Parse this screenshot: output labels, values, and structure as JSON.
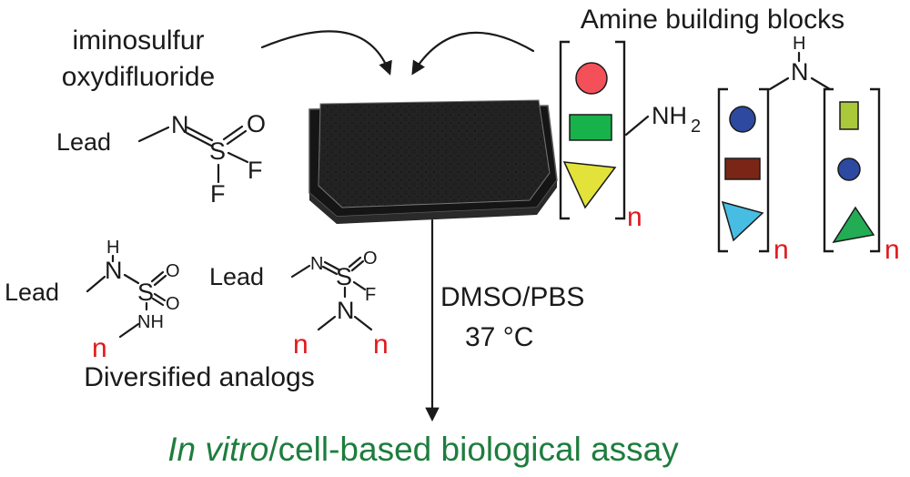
{
  "colors": {
    "red": "#f4505a",
    "green": "#18b24b",
    "yellow": "#e2e23a",
    "blue": "#2d4aa0",
    "brown": "#7a2616",
    "cyan": "#47bde3",
    "lime": "#a9c83a",
    "darkgreen": "#22ad55",
    "n_color": "#e0191d",
    "assay_color": "#1e7d3d"
  },
  "reagent": {
    "name_line1": "iminosulfur",
    "name_line2": "oxydifluoride",
    "lead": "Lead",
    "N": "N",
    "S": "S",
    "O": "O",
    "F1": "F",
    "F2": "F"
  },
  "amines": {
    "title": "Amine building blocks",
    "nh2": "NH",
    "nh2_sub": "2",
    "n": "n",
    "nh_H": "H",
    "nh_N": "N"
  },
  "conditions": {
    "solvent": "DMSO/PBS",
    "temperature": "37 °C"
  },
  "analogs": {
    "label": "Diversified analogs",
    "sulfamide": {
      "lead": "Lead",
      "H": "H",
      "N": "N",
      "S": "S",
      "O1": "O",
      "O2": "O",
      "NH": "NH",
      "n": "n"
    },
    "sulfonimidamide": {
      "lead": "Lead",
      "N1": "N",
      "S": "S",
      "O": "O",
      "F": "F",
      "N2": "N",
      "n1": "n",
      "n2": "n"
    }
  },
  "assay": {
    "italic": "In vitro",
    "rest": "/cell-based biological assay"
  }
}
